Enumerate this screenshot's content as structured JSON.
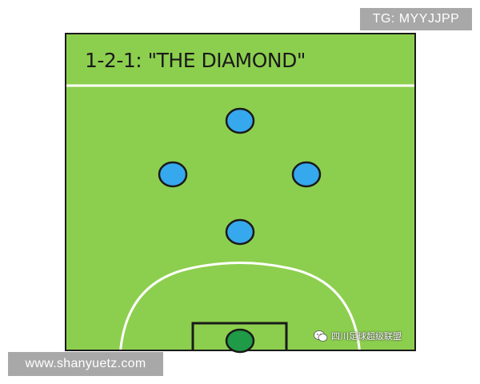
{
  "diagram": {
    "title": "1-2-1: \"THE DIAMOND\"",
    "colors": {
      "pitch": "#8ccf4e",
      "lines": "#ffffff",
      "border": "#1a1a1a",
      "outfield_player": "#36a8ee",
      "goalkeeper": "#1f9a46"
    },
    "players": [
      {
        "role": "outfield",
        "name": "top-player"
      },
      {
        "role": "outfield",
        "name": "left-player"
      },
      {
        "role": "outfield",
        "name": "right-player"
      },
      {
        "role": "outfield",
        "name": "bottom-player"
      },
      {
        "role": "goalkeeper",
        "name": "goalkeeper"
      }
    ]
  },
  "watermarks": {
    "top_right": "TG: MYYJJPP",
    "bottom_left": "www.shanyuetz.com",
    "wechat_label": "四川足球超级联盟"
  }
}
